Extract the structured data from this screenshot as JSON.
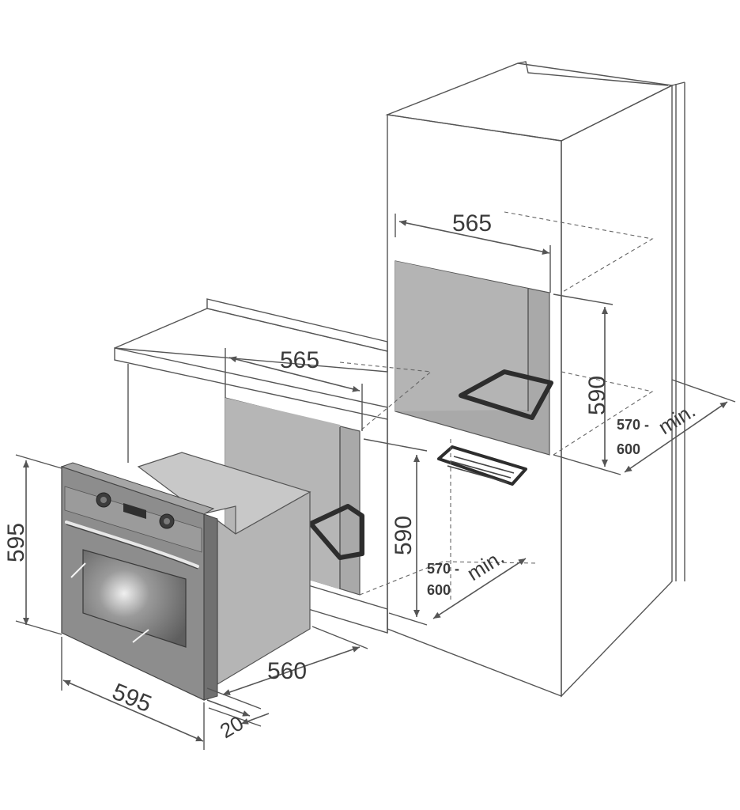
{
  "dimensions": {
    "tall_cabinet_width": "565",
    "tall_cabinet_height": "590",
    "tall_cabinet_depth_range": "570 -",
    "tall_cabinet_depth_max": "600",
    "tall_cabinet_depth_note": "min.",
    "base_cabinet_width": "565",
    "base_cabinet_height": "590",
    "base_cabinet_depth_range": "570 -",
    "base_cabinet_depth_max": "600",
    "base_cabinet_depth_note": "min.",
    "oven_height": "595",
    "oven_width": "595",
    "oven_depth": "560",
    "oven_front_thickness": "20"
  },
  "colors": {
    "cabinet_outline": "#555555",
    "cavity_fill": "#a9a9a9",
    "oven_body": "#b5b5b5",
    "oven_front": "#8d8d8d",
    "oven_window": "#6e6e6e"
  }
}
